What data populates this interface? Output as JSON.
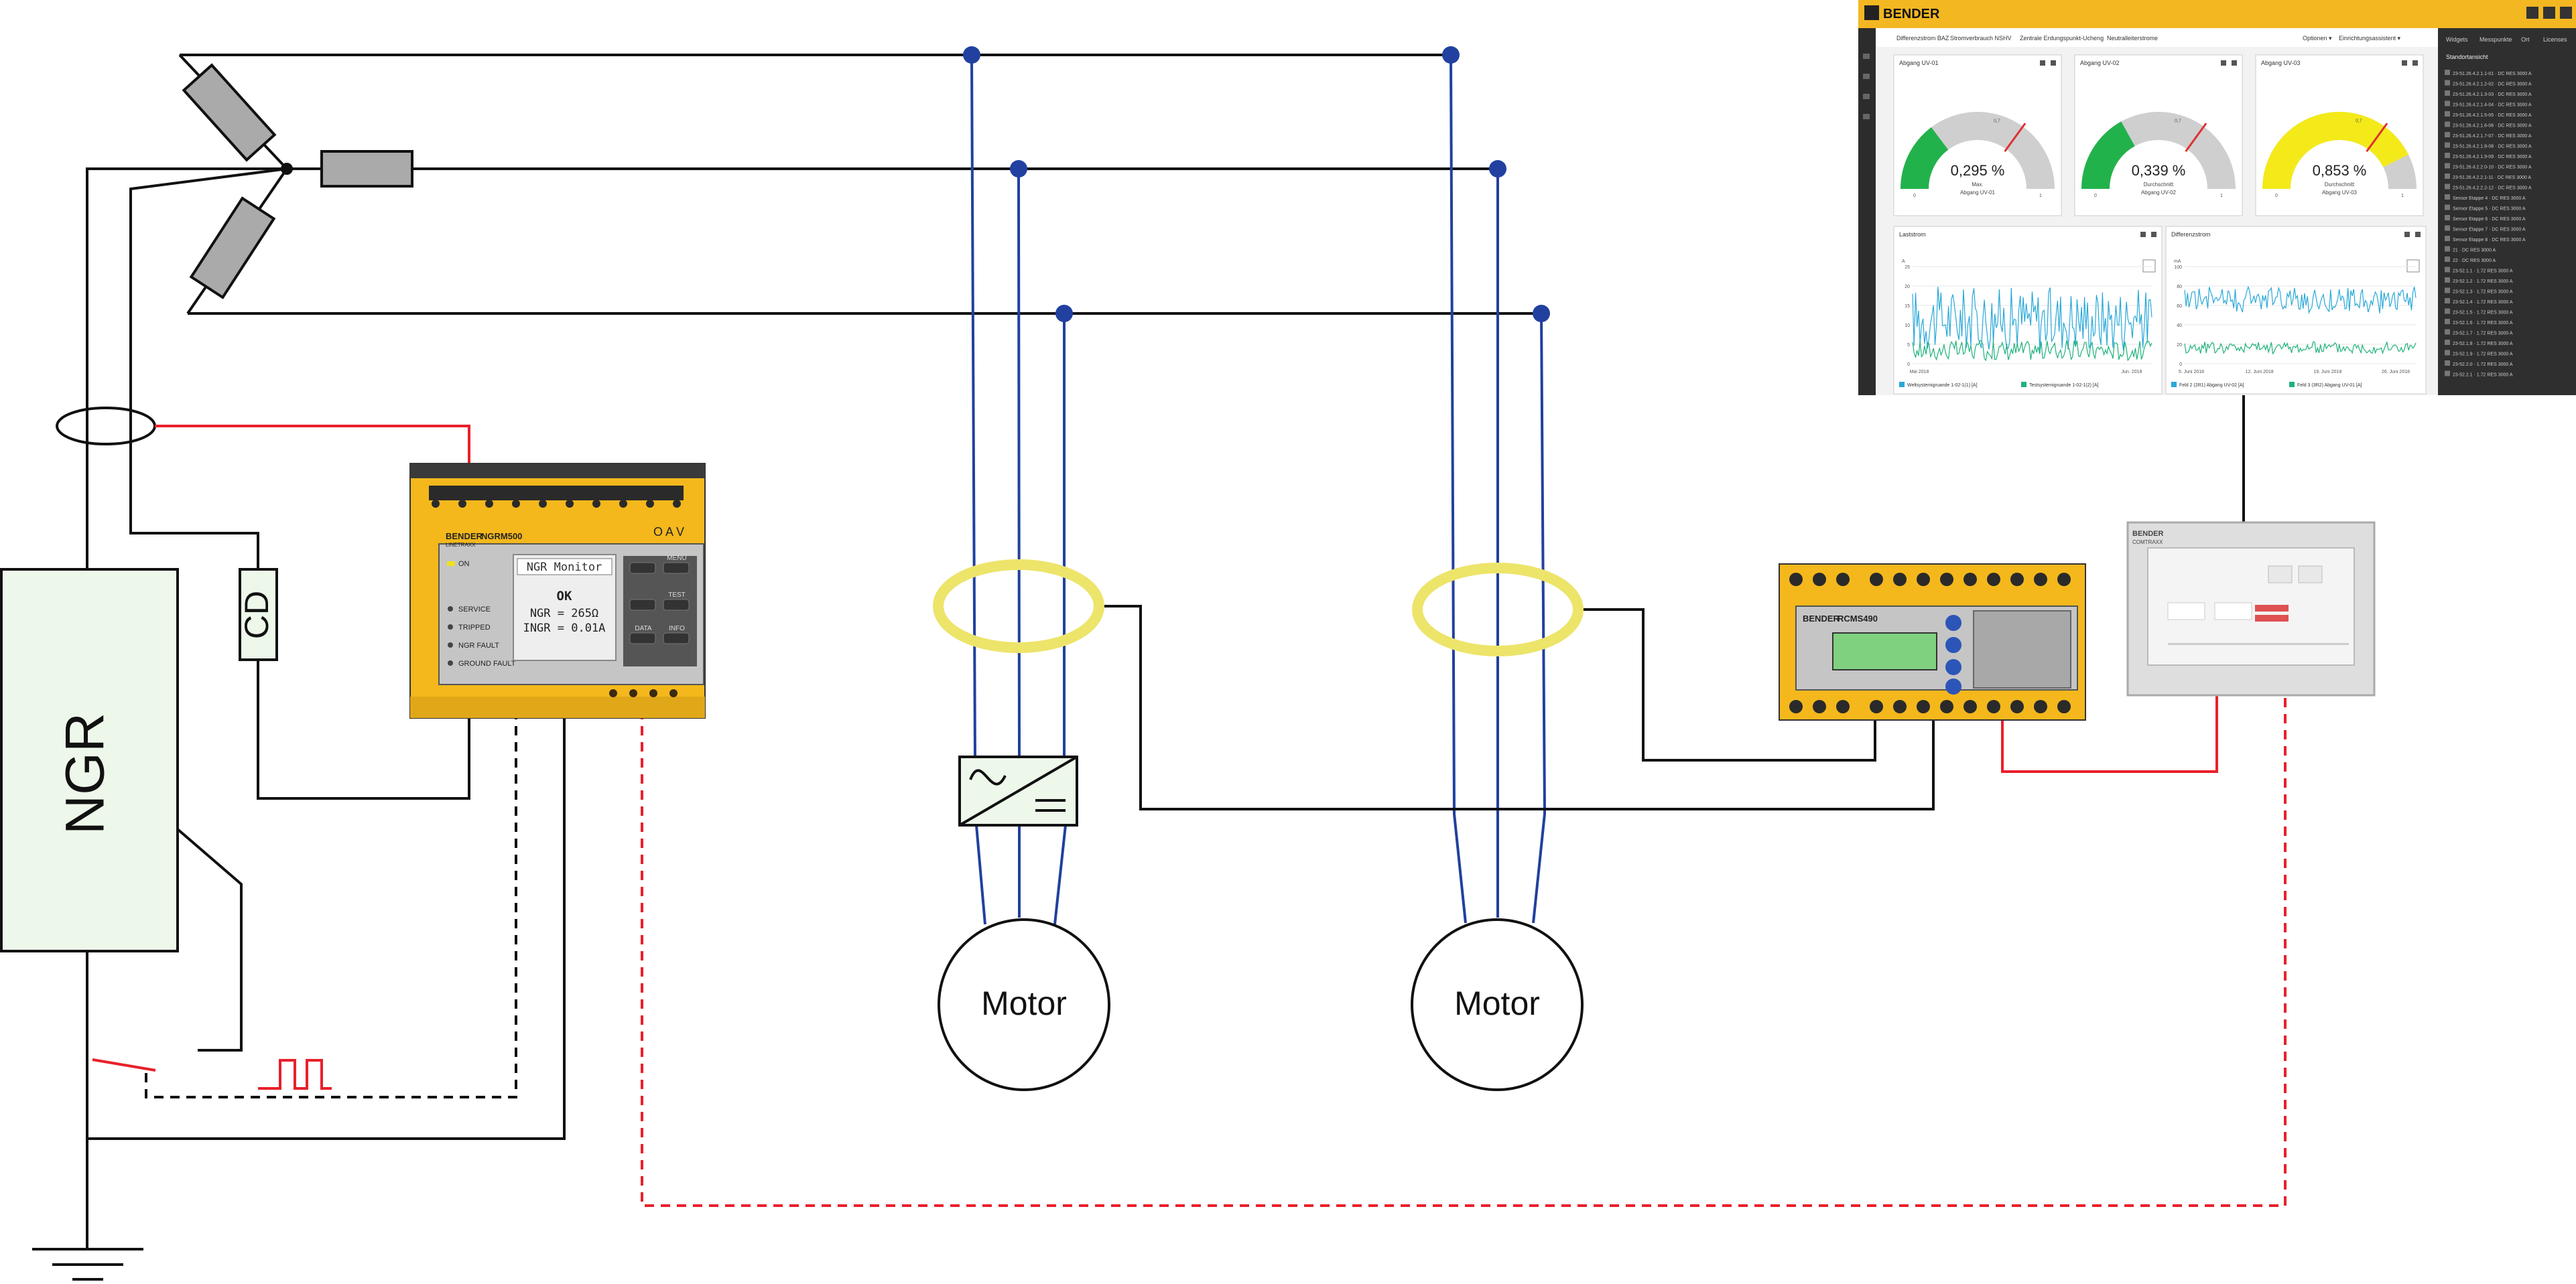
{
  "labels": {
    "ngr": "NGR",
    "cd": "CD",
    "motor1": "Motor",
    "motor2": "Motor"
  },
  "ngrm500": {
    "brand": "BENDER",
    "model": "NGRM500",
    "series": "LINETRAXX",
    "top_keys": "O A V",
    "led_on": "ON",
    "screen_title": "NGR Monitor",
    "screen_status": "OK",
    "screen_line1": "NGR = 265Ω",
    "screen_line2": "INGR = 0.01A",
    "side_labels": [
      "SERVICE",
      "TRIPPED",
      "NGR FAULT",
      "GROUND FAULT"
    ],
    "buttons": [
      "MENU",
      "TEST",
      "DATA",
      "INFO"
    ]
  },
  "rcms": {
    "brand": "BENDER",
    "model": "RCMS490"
  },
  "touch_panel": {
    "brand": "BENDER",
    "model": "COMTRAXX"
  },
  "dashboard": {
    "brand": "BENDER",
    "nav": [
      "Differenzstrom BAZ",
      "Stromverbrauch NSHV",
      "Zentrale Erdungspunkt-Ucheng",
      "Neutralleiterstrome"
    ],
    "menus": [
      "Optionen ▾",
      "Einrichtungsassistent ▾"
    ],
    "side_tabs": [
      "Widgets",
      "Messpunkte",
      "Ort",
      "Licenses"
    ],
    "side_header": "Standortansicht",
    "side_items": [
      "23-51.26.4.2.1.1-01 · DC RES 3000 A",
      "23-51.26.4.2.1.2-02 · DC RES 3000 A",
      "23-51.26.4.2.1.3-03 · DC RES 3000 A",
      "23-51.26.4.2.1.4-04 · DC RES 3000 A",
      "23-51.26.4.2.1.5-05 · DC RES 3000 A",
      "23-51.26.4.2.1.6-06 · DC RES 3000 A",
      "23-51.26.4.2.1.7-07 · DC RES 3000 A",
      "23-51.26.4.2.1.8-08 · DC RES 3000 A",
      "23-51.26.4.2.1.9-09 · DC RES 3000 A",
      "23-51.26.4.2.2.0-10 · DC RES 3000 A",
      "23-51.26.4.2.2.1-11 · DC RES 3000 A",
      "23-51.26.4.2.2.2-12 · DC RES 3000 A",
      "Sensor Etappe 4 · DC RES 3000 A",
      "Sensor Etappe 5 · DC RES 3000 A",
      "Sensor Etappe 6 · DC RES 3000 A",
      "Sensor Etappe 7 · DC RES 3000 A",
      "Sensor Etappe 8 · DC RES 3000 A",
      "21 · DC RES 3000 A",
      "22 · DC RES 3000 A",
      "23-52.1.1 · 1.72 RES 3000 A",
      "23-52.1.2 · 1.72 RES 3000 A",
      "23-52.1.3 · 1.72 RES 3000 A",
      "23-52.1.4 · 1.72 RES 3000 A",
      "23-52.1.5 · 1.72 RES 3000 A",
      "23-52.1.6 · 1.72 RES 3000 A",
      "23-52.1.7 · 1.72 RES 3000 A",
      "23-52.1.8 · 1.72 RES 3000 A",
      "23-52.1.9 · 1.72 RES 3000 A",
      "23-52.2.0 · 1.72 RES 3000 A",
      "23-52.2.1 · 1.72 RES 3000 A"
    ],
    "gauges": [
      {
        "title": "Abgang UV-01",
        "value": "0,295 %",
        "sub1": "Max.",
        "sub2": "Abgang UV-01",
        "fraction": 0.295,
        "color": "#22b24c"
      },
      {
        "title": "Abgang UV-02",
        "value": "0,339 %",
        "sub1": "Durchschnitt",
        "sub2": "Abgang UV-02",
        "fraction": 0.339,
        "color": "#22b24c"
      },
      {
        "title": "Abgang UV-03",
        "value": "0,853 %",
        "sub1": "Durchschnitt",
        "sub2": "Abgang UV-03",
        "fraction": 0.853,
        "color": "#f4ea1a"
      }
    ],
    "gauge_scale": [
      "0",
      "1"
    ],
    "gauge_marker": "0,7",
    "charts": [
      {
        "title": "Laststrom",
        "unit": "A",
        "yticks": [
          "25",
          "20",
          "15",
          "10",
          "5",
          "0"
        ],
        "xticks": [
          "Mai 2018",
          "Jun. 2018"
        ],
        "legend": [
          "Weltsystemigruande 1-02-1(1) [A]",
          "Testsystemigruande 1-02-1(2) [A]"
        ]
      },
      {
        "title": "Differenzstrom",
        "unit": "mA",
        "yticks": [
          "100",
          "80",
          "60",
          "40",
          "20",
          "0"
        ],
        "xticks": [
          "5. Juni 2018",
          "12. Juni 2018",
          "19. Juni 2018",
          "26. Juni 2018"
        ],
        "legend": [
          "Feld 2 (2R1) Abgang UV-02 [A]",
          "Feld 3 (3R2) Abgang UV-01 [A]"
        ]
      }
    ]
  }
}
